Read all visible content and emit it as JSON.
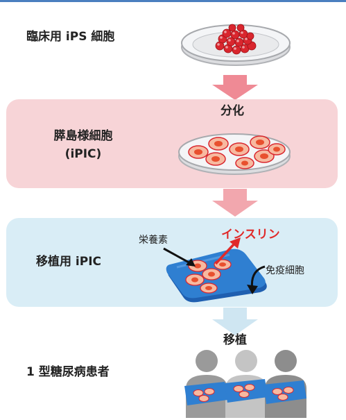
{
  "steps": {
    "ips_label": "臨床用 iPS 細胞",
    "differentiation_label": "分化",
    "islet_label_line1": "膵島様細胞",
    "islet_label_line2": "(iPIC)",
    "transplant_ipic_label": "移植用 iPIC",
    "transplant_label": "移植",
    "patients_label": "1 型糖尿病患者"
  },
  "annotations": {
    "nutrients": "栄養素",
    "insulin": "インスリン",
    "immune_cells": "免疫細胞"
  },
  "colors": {
    "pink_panel": "#f7d4d7",
    "blue_panel": "#d9edf6",
    "pink_arrow": "#ef8a95",
    "blue_arrow": "#cfe6f2",
    "cell_red": "#d9262e",
    "insulin_red": "#e02a2a",
    "device_blue": "#2f7fd1"
  },
  "icons": [
    "petri-dish",
    "down-arrow",
    "encapsulation-device",
    "person-silhouette"
  ]
}
